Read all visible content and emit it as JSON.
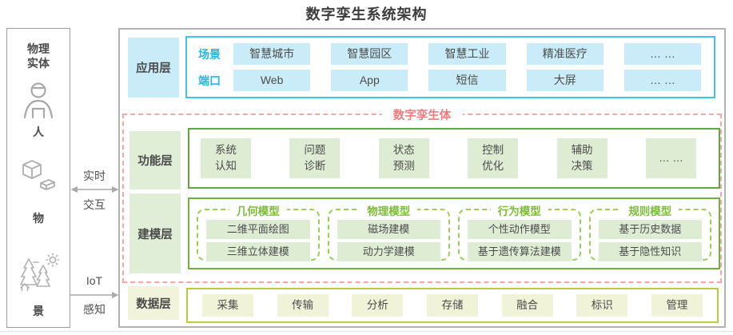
{
  "title": "数字孪生系统架构",
  "palette": {
    "cyan_border": "#3ec6ea",
    "cyan_text": "#29b6e3",
    "blue_fill": "#c9ecf8",
    "green_border": "#5fa844",
    "green_fill": "#ddecd3",
    "green_label_fill": "#e1eed7",
    "group_dashed": "#9ccf5a",
    "group_title": "#7cbb3c",
    "yellow_border": "#b9cc3d",
    "yellow_fill": "#f0f3d8",
    "pink_dashed": "#f5a7a7",
    "pink_text": "#ee7d7d",
    "gray_border": "#b3b3b3",
    "icon_gray": "#a9a9a9"
  },
  "physical_entity": {
    "title": "物理\n实体",
    "items": [
      {
        "icon": "person-icon",
        "label": "人"
      },
      {
        "icon": "objects-icon",
        "label": "物"
      },
      {
        "icon": "scenery-icon",
        "label": "景"
      }
    ]
  },
  "connectors": [
    {
      "top_label": "实时",
      "bottom_label": "交互",
      "arrow": "double"
    },
    {
      "top_label": "IoT",
      "bottom_label": "感知",
      "arrow": "right"
    }
  ],
  "application_layer": {
    "label": "应用层",
    "rows": [
      {
        "label": "场景",
        "items": [
          "智慧城市",
          "智慧园区",
          "智慧工业",
          "精准医疗",
          "… …"
        ]
      },
      {
        "label": "端口",
        "items": [
          "Web",
          "App",
          "短信",
          "大屏",
          "… …"
        ]
      }
    ]
  },
  "digital_twin": {
    "label": "数字孪生体",
    "function_layer": {
      "label": "功能层",
      "items": [
        "系统\n认知",
        "问题\n诊断",
        "状态\n预测",
        "控制\n优化",
        "辅助\n决策",
        "… …"
      ]
    },
    "modeling_layer": {
      "label": "建模层",
      "groups": [
        {
          "title": "几何模型",
          "items": [
            "二维平面绘图",
            "三维立体建模"
          ]
        },
        {
          "title": "物理模型",
          "items": [
            "磁场建模",
            "动力学建模"
          ]
        },
        {
          "title": "行为模型",
          "items": [
            "个性动作模型",
            "基于遗传算法建模"
          ]
        },
        {
          "title": "规则模型",
          "items": [
            "基于历史数据",
            "基于隐性知识"
          ]
        }
      ]
    }
  },
  "data_layer": {
    "label": "数据层",
    "items": [
      "采集",
      "传输",
      "分析",
      "存储",
      "融合",
      "标识",
      "管理"
    ]
  }
}
